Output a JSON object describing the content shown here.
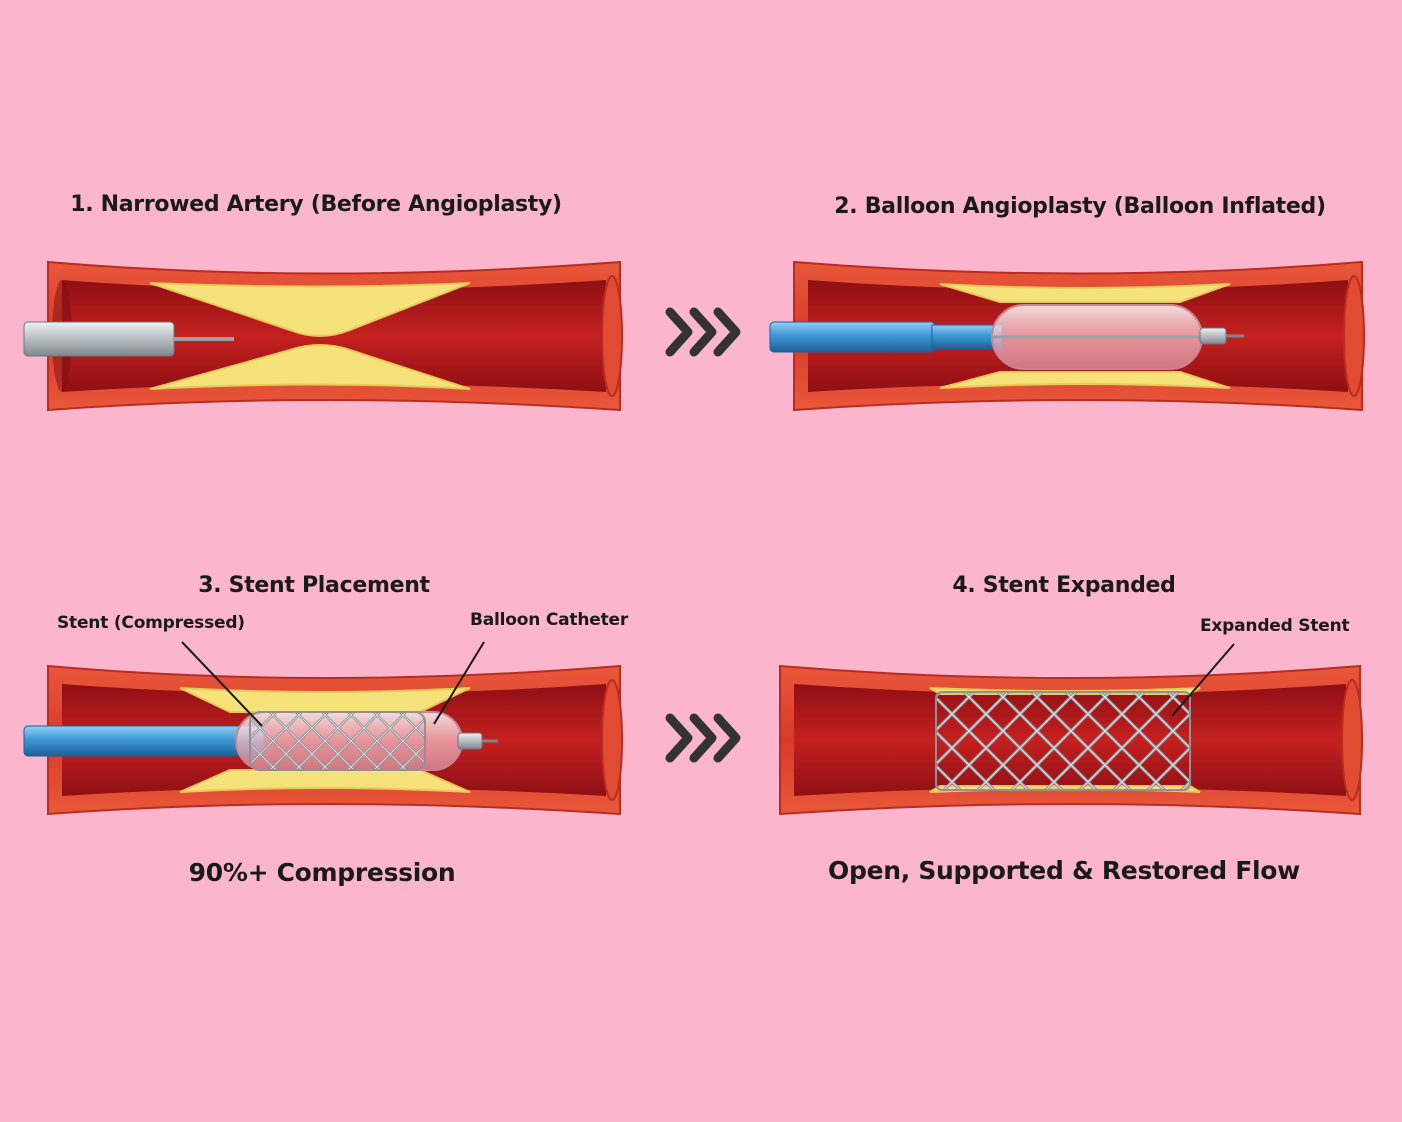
{
  "panels": [
    {
      "title": "1. Narrowed Artery (Before Angioplasty)"
    },
    {
      "title": "2. Balloon Angioplasty (Balloon Inflated)"
    },
    {
      "title": "3. Stent Placement",
      "callouts": {
        "stent": "Stent (Compressed)",
        "balloon": "Balloon Catheter"
      },
      "caption": "90%+ Compression"
    },
    {
      "title": "4. Stent Expanded",
      "callouts": {
        "stent": "Expanded Stent"
      },
      "caption": "Open, Supported & Restored Flow"
    }
  ],
  "arrows": [
    "chevron-arrow",
    "chevron-arrow"
  ],
  "colors": {
    "background": "#fbb6cd",
    "vessel_wall": "#e2452f",
    "lumen": "#b3161a",
    "plaque": "#f6e27a",
    "catheter_gray": "#b7bfc6",
    "catheter_blue": "#3f9ad8",
    "stent": "#8c9096",
    "arrow": "#333333"
  }
}
